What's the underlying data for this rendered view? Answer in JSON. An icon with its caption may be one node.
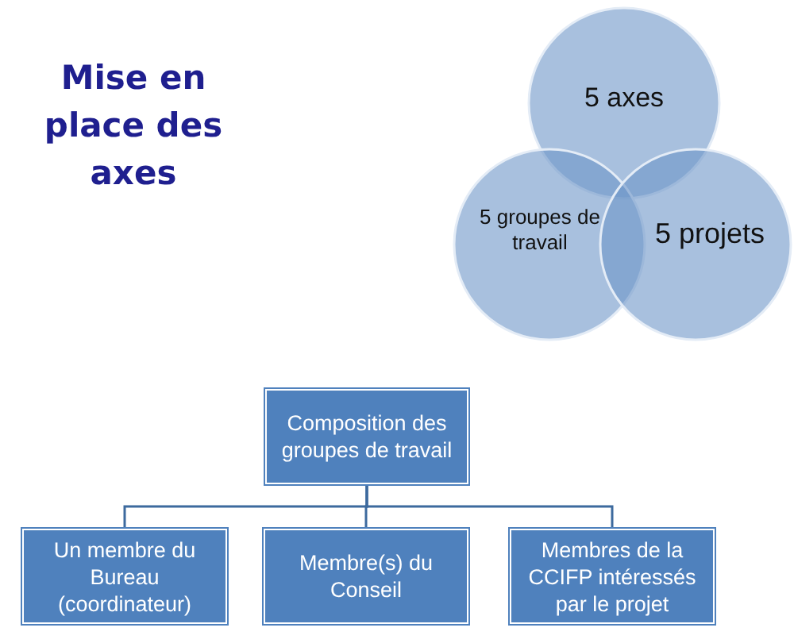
{
  "diagram": {
    "title": "Mise en place des axes",
    "nodes": [
      {
        "text": [
          "5 axes"
        ]
      },
      {
        "text": [
          "5 groupes de travail"
        ]
      },
      {
        "text": [
          "5 projets"
        ]
      },
      {
        "text": [
          "Composition des groupes de travail"
        ]
      },
      {
        "text": [
          "Un membre du Bureau (coordinateur)"
        ]
      },
      {
        "text": [
          "Membre(s) du Conseil"
        ]
      },
      {
        "text": [
          "Membres de la CCIFP intéressés par le projet"
        ]
      }
    ],
    "edges": [
      {
        "from": 3,
        "to": 4,
        "arrow": "none"
      },
      {
        "from": 3,
        "to": 5,
        "arrow": "none"
      },
      {
        "from": 3,
        "to": 6,
        "arrow": "none"
      }
    ]
  }
}
